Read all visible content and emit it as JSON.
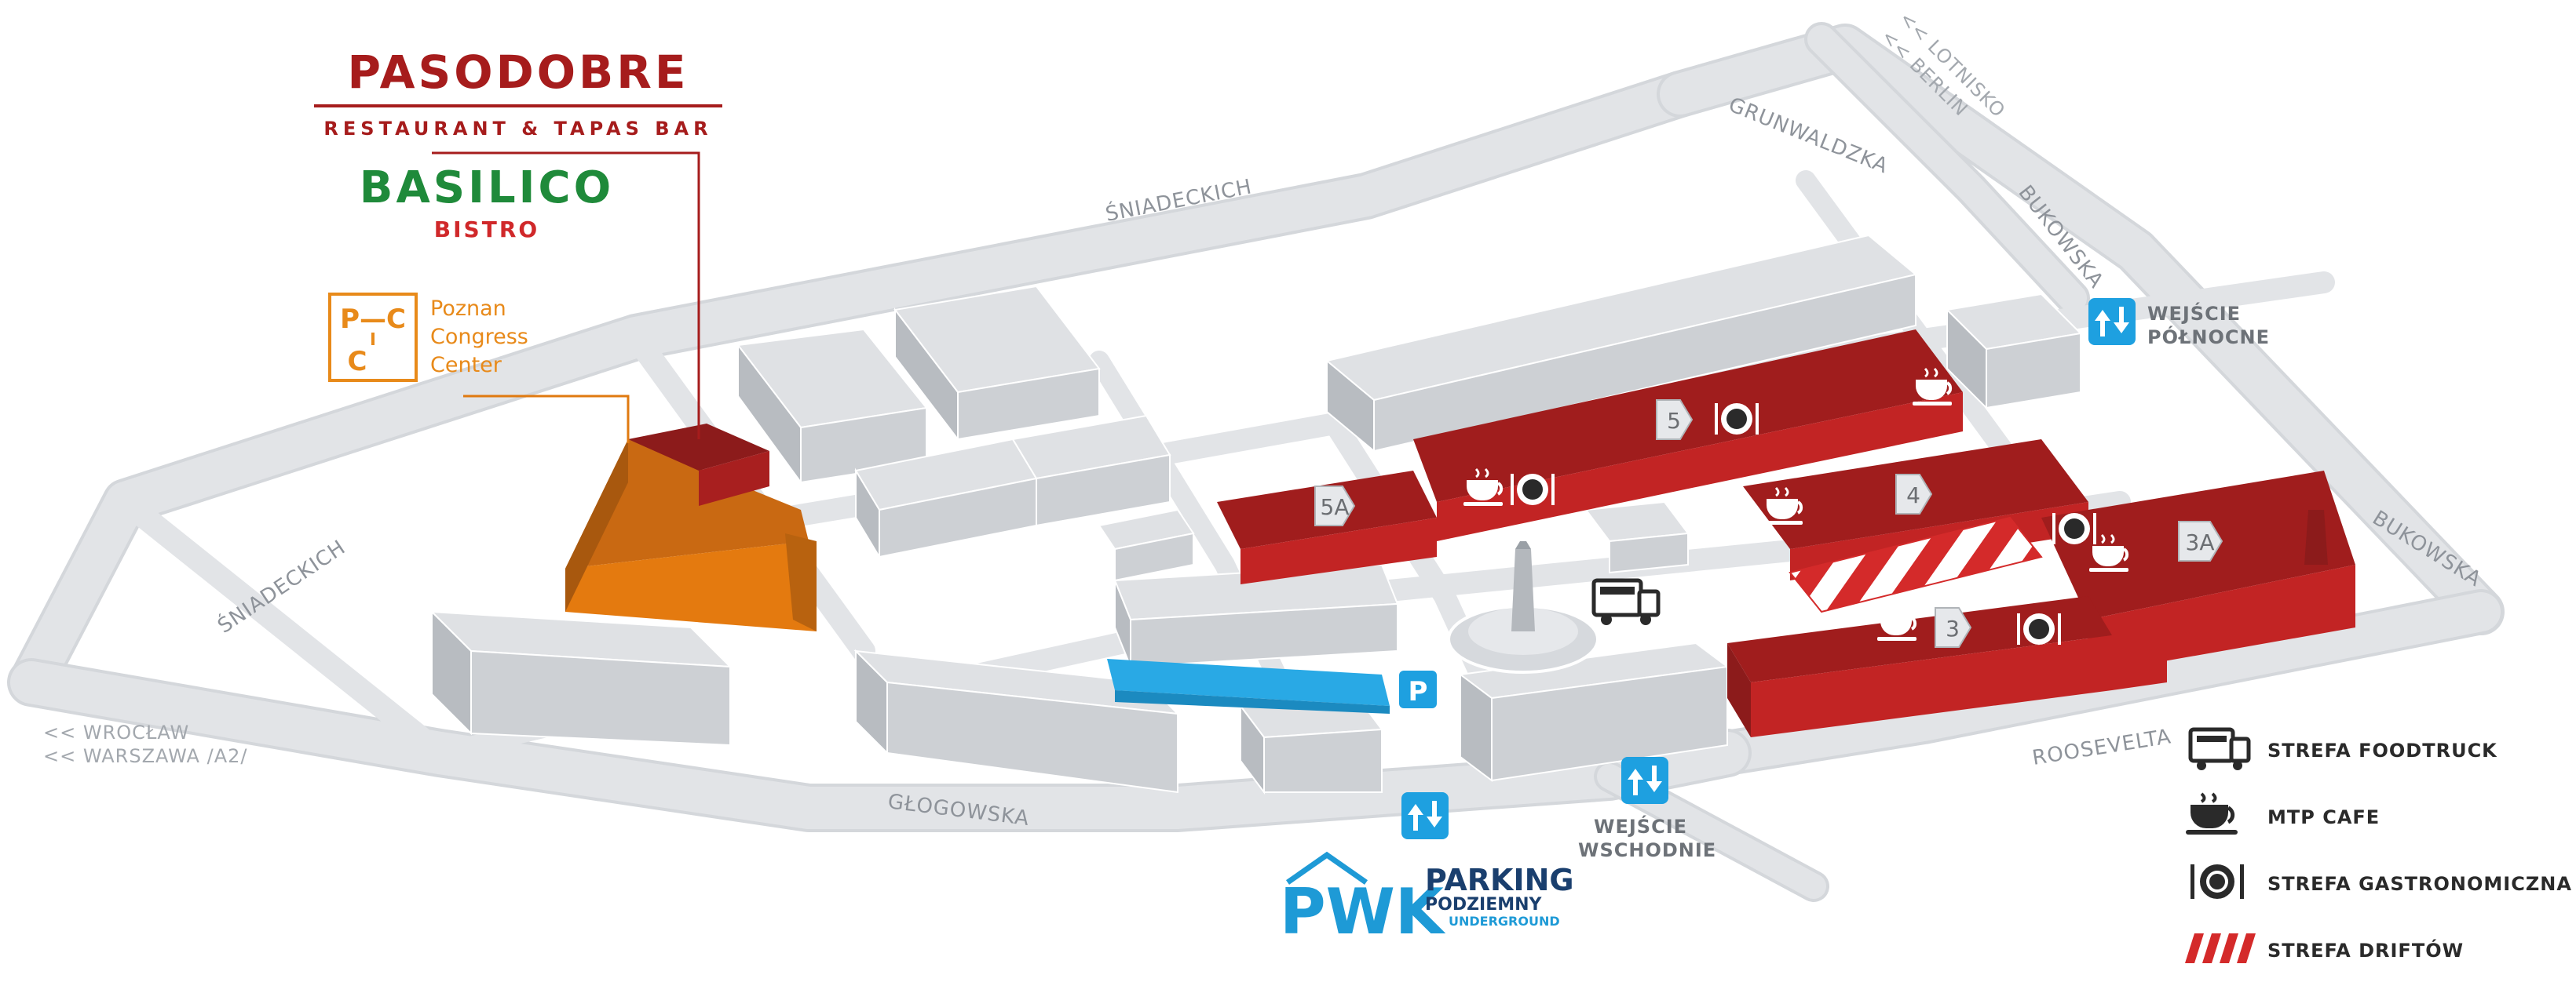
{
  "streets": {
    "sniadeckich_top": "ŚNIADECKICH",
    "sniadeckich_left": "ŚNIADECKICH",
    "grunwaldzka": "GRUNWALDZKA",
    "bukowska_top": "BUKOWSKA",
    "bukowska_right": "BUKOWSKA",
    "roosevelta": "ROOSEVELTA",
    "glogowska": "GŁOGOWSKA"
  },
  "directions": {
    "lotnisko": "<< LOTNISKO",
    "berlin": "<< BERLIN",
    "wroclaw": "<< WROCŁAW",
    "warszawa": "<< WARSZAWA /A2/"
  },
  "gates": {
    "north_line1": "WEJŚCIE",
    "north_line2": "PÓŁNOCNE",
    "east_line1": "WEJŚCIE",
    "east_line2": "WSCHODNIE"
  },
  "halls": [
    "5A",
    "5",
    "4",
    "3A",
    "3"
  ],
  "logos": {
    "pasodobre": "PASODOBRE",
    "pasodobre_sub": "RESTAURANT & TAPAS BAR",
    "basilico": "BASILICO",
    "basilico_sub": "BISTRO",
    "pcc_mark_1": "P—C",
    "pcc_mark_2": "C",
    "pcc_line1": "Poznan",
    "pcc_line2": "Congress",
    "pcc_line3": "Center",
    "pwk": "PWK",
    "parking": "PARKING",
    "parking_sub1": "PODZIEMNY",
    "parking_sub2": "UNDERGROUND"
  },
  "legend": [
    {
      "icon": "food-truck-icon",
      "label": "STREFA FOODTRUCK"
    },
    {
      "icon": "coffee-cup-icon",
      "label": "MTP CAFE"
    },
    {
      "icon": "plate-icon",
      "label": "STREFA GASTRONOMICZNA"
    },
    {
      "icon": "drift-stripes-icon",
      "label": "STREFA DRIFTÓW"
    }
  ],
  "colors": {
    "hall_red": "#a81f1f",
    "hall_red_light": "#d02a2a",
    "pcc_orange": "#e07a10",
    "parking_blue": "#1ea0e0",
    "building_gray": "#c9ccd0",
    "pasodobre_red": "#a61c1c",
    "basilico_green": "#1f8a3a",
    "pcc_text": "#e88a1a",
    "pwk_blue": "#1e9ad6"
  }
}
